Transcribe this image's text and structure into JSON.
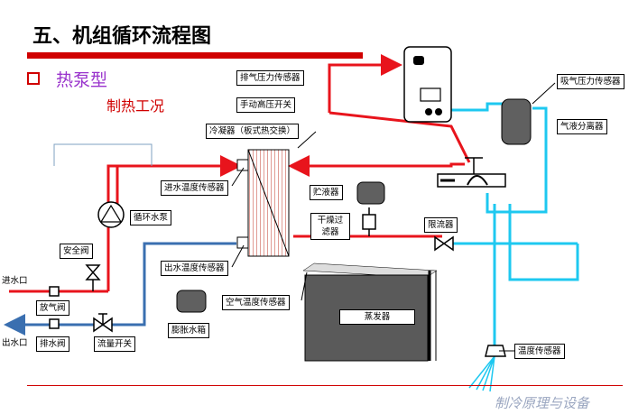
{
  "title": "五、机组循环流程图",
  "heading": "热泵型",
  "subheading": "制热工况",
  "labels": {
    "discharge_pressure_sensor": "排气压力传感器",
    "manual_hp_switch": "手动高压开关",
    "suction_pressure_sensor": "吸气压力传感器",
    "gas_liquid_separator": "气液分离器",
    "condenser": "冷凝器（板式热交换）",
    "inlet_water_temp_sensor": "进水温度传感器",
    "outlet_water_temp_sensor": "出水温度传感器",
    "circulating_pump": "循环水泵",
    "safety_valve": "安全阀",
    "water_inlet": "进水口",
    "water_outlet": "出水口",
    "vent_valve": "放气阀",
    "drain_valve": "排水阀",
    "flow_switch": "流量开关",
    "expansion_tank": "膨胀水箱",
    "receiver": "贮液器",
    "filter_drier": "干燥过滤器",
    "throttle": "限流器",
    "air_temp_sensor": "空气温度传感器",
    "evaporator": "蒸发器",
    "temp_sensor": "温度传感器"
  },
  "watermark": "制冷原理与设备",
  "colors": {
    "hot_refrigerant": "#e8141c",
    "cold_refrigerant": "#1ec8f0",
    "water_return": "#3a6fb0",
    "component_fill": "#606060",
    "evaporator_fill": "#5a5a5a",
    "title_accent": "#d00000",
    "heading_color": "#9933cc"
  }
}
